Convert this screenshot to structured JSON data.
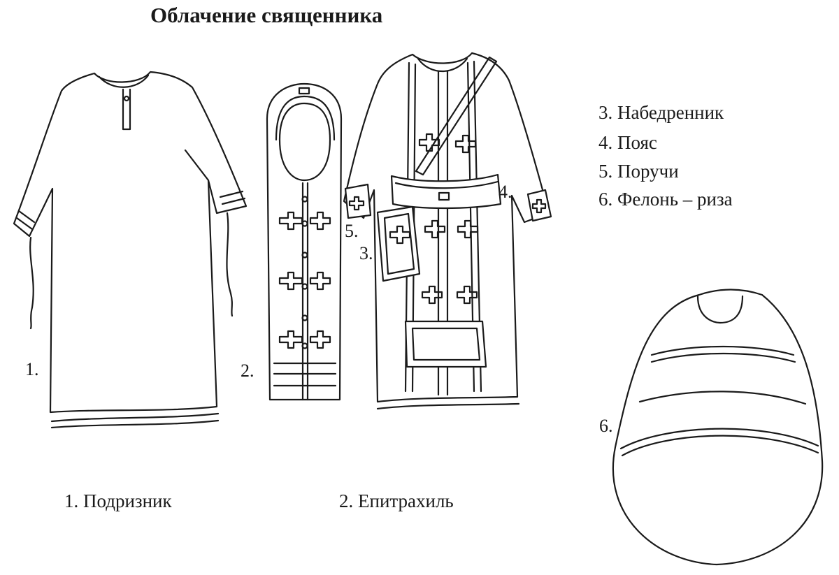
{
  "title": "Облачение священника",
  "legend": [
    "3. Набедренник",
    "4. Пояс",
    "5. Поручи",
    "6. Фелонь – риза"
  ],
  "figure_numbers": {
    "podriznik": "1.",
    "epitrakhil": "2.",
    "nabedrennik": "3.",
    "poyas": "4.",
    "poruchi": "5.",
    "felon": "6."
  },
  "captions": {
    "podriznik": "1. Подризник",
    "epitrakhil": "2. Епитрахиль"
  },
  "colors": {
    "ink": "#1a1a1a",
    "paper": "#ffffff"
  }
}
